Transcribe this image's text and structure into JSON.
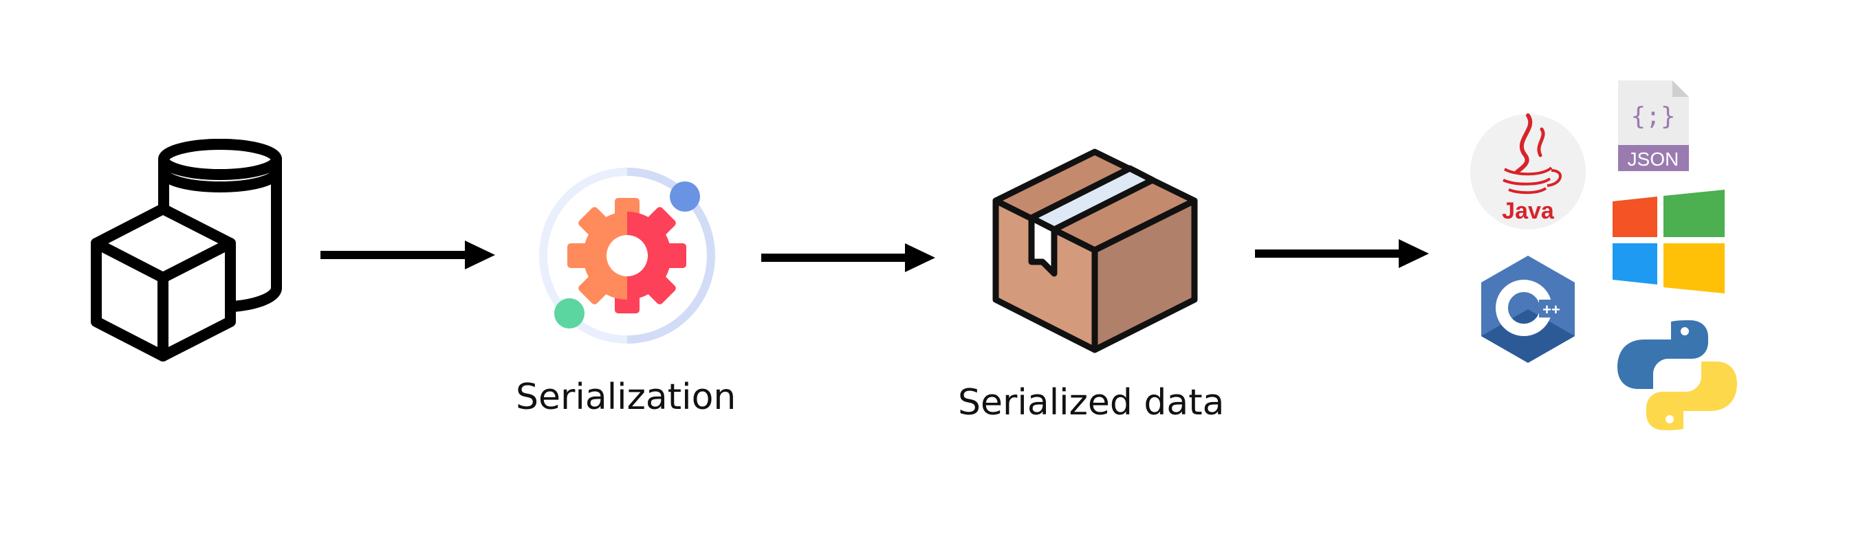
{
  "labels": {
    "serialization": "Serialization",
    "serialized_data": "Serialized data"
  },
  "logos": {
    "java": "Java",
    "json_glyph": "{;}",
    "json": "JSON",
    "cpp_plus": "++"
  },
  "icons": [
    "object-storage-icon",
    "gear-icon",
    "package-box-icon",
    "java-logo-icon",
    "json-file-icon",
    "windows-logo-icon",
    "cpp-logo-icon",
    "python-logo-icon"
  ],
  "colors": {
    "stroke": "#000000",
    "gear_orange": "#ff8a5c",
    "gear_red": "#fc4158",
    "orbit_blue": "#6a93e4",
    "orbit_green": "#5cd6a0",
    "box_light": "#d39a7c",
    "box_dark": "#b0806a",
    "java_red": "#d8232a",
    "json_purple": "#9a7bb0",
    "win_red": "#f35325",
    "win_green": "#4caf50",
    "win_blue": "#1e9af2",
    "win_yellow": "#ffc107",
    "cpp_blue": "#4b78b8",
    "py_blue": "#3a75b0",
    "py_yellow": "#fdd84a"
  }
}
